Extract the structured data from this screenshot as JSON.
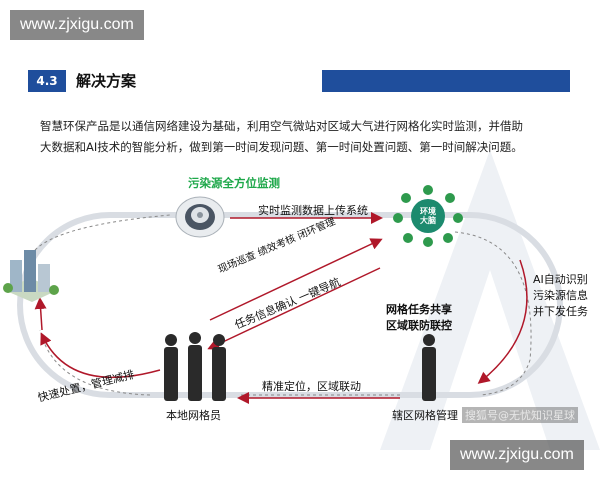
{
  "watermark_top": "www.zjxigu.com",
  "watermark_bottom": "www.zjxigu.com",
  "section": {
    "number": "4.3",
    "title": "解决方案"
  },
  "intro": {
    "line1": "智慧环保产品是以通信网络建设为基础，利用空气微站对区域大气进行网格化实时监测，并借助",
    "line2": "大数据和AI技术的智能分析，做到第一时间发现问题、第一时间处置问题、第一时间解决问题。"
  },
  "diagram": {
    "monitor_title": "污染源全方位监测",
    "upload_label": "实时监测数据上传系统",
    "hub_label": "环境大脑",
    "ai_label": [
      "AI自动识别",
      "污染源信息",
      "并下发任务"
    ],
    "grid_task": [
      "网格任务共享",
      "区域联防联控"
    ],
    "district_manager": "辖区网格管理",
    "locate_label": "精准定位，区域联动",
    "local_staff": "本地网格员",
    "dispose_label": "快速处置，管理减排",
    "patrol_label": "现场巡查 绩效考核 闭环管理",
    "confirm_label": "任务信息确认 一键导航",
    "source_credit": "搜狐号@无忧知识星球",
    "colors": {
      "accent": "#1f4e9c",
      "arrow": "#b0182a",
      "highlight": "#1ea84a"
    }
  }
}
